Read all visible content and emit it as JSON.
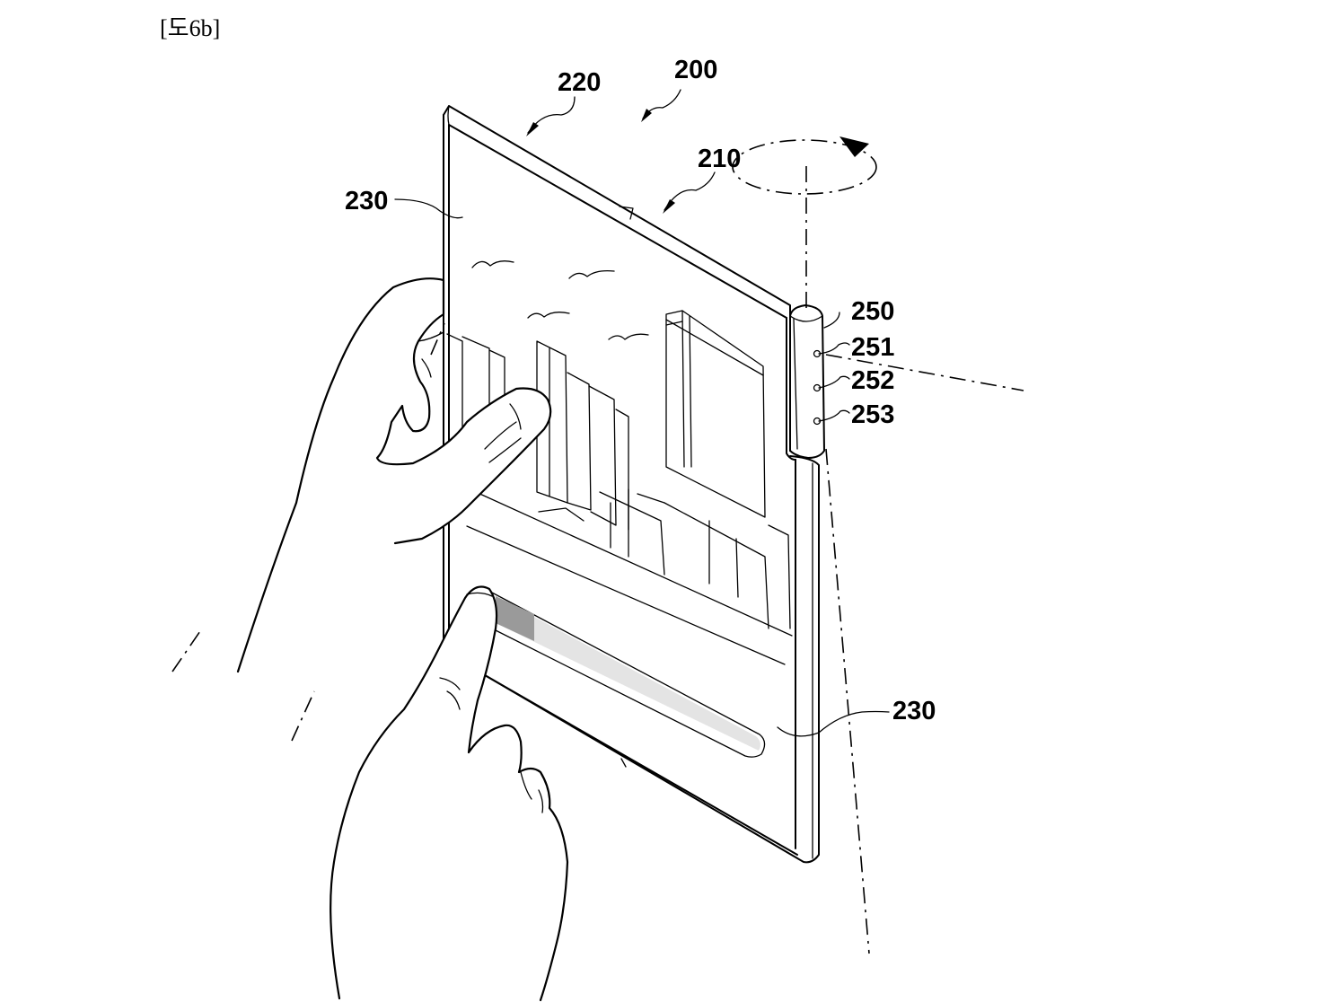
{
  "figure": {
    "caption": "[도6b]",
    "labels": {
      "device": "200",
      "housing": "220",
      "hinge": "210",
      "display_top": "230",
      "display_bottom": "230",
      "rotating_part": "250",
      "button_1": "251",
      "button_2": "252",
      "button_3": "253"
    }
  }
}
